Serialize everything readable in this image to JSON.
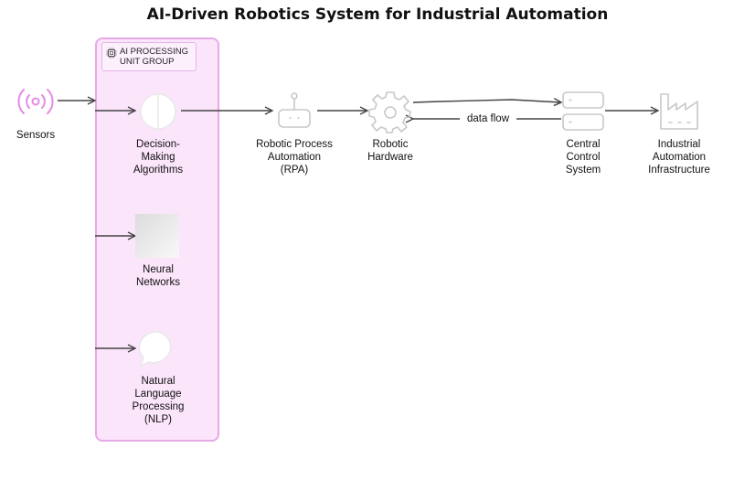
{
  "title": "AI-Driven Robotics System for Industrial Automation",
  "group": {
    "label": "AI PROCESSING UNIT GROUP"
  },
  "nodes": {
    "sensors": "Sensors",
    "decision": "Decision-Making Algorithms",
    "neural": "Neural Networks",
    "nlp": "Natural Language Processing (NLP)",
    "rpa": "Robotic Process Automation (RPA)",
    "hardware": "Robotic Hardware",
    "central": "Central Control System",
    "infra": "Industrial Automation Infrastructure"
  },
  "edges": {
    "data_flow": "data flow"
  },
  "icons": {
    "sensors": "broadcast-signal-icon",
    "decision": "circle-split-icon",
    "neural": "square-icon",
    "nlp": "speech-bubble-icon",
    "rpa": "robot-icon",
    "hardware": "gear-icon",
    "central": "server-icon",
    "infra": "factory-icon"
  },
  "colors": {
    "group_fill": "#fbe5fb",
    "group_border": "#e7a9e7",
    "sensor_accent": "#e58ae5",
    "icon_gray": "#c8c8c8",
    "edge": "#444444"
  }
}
